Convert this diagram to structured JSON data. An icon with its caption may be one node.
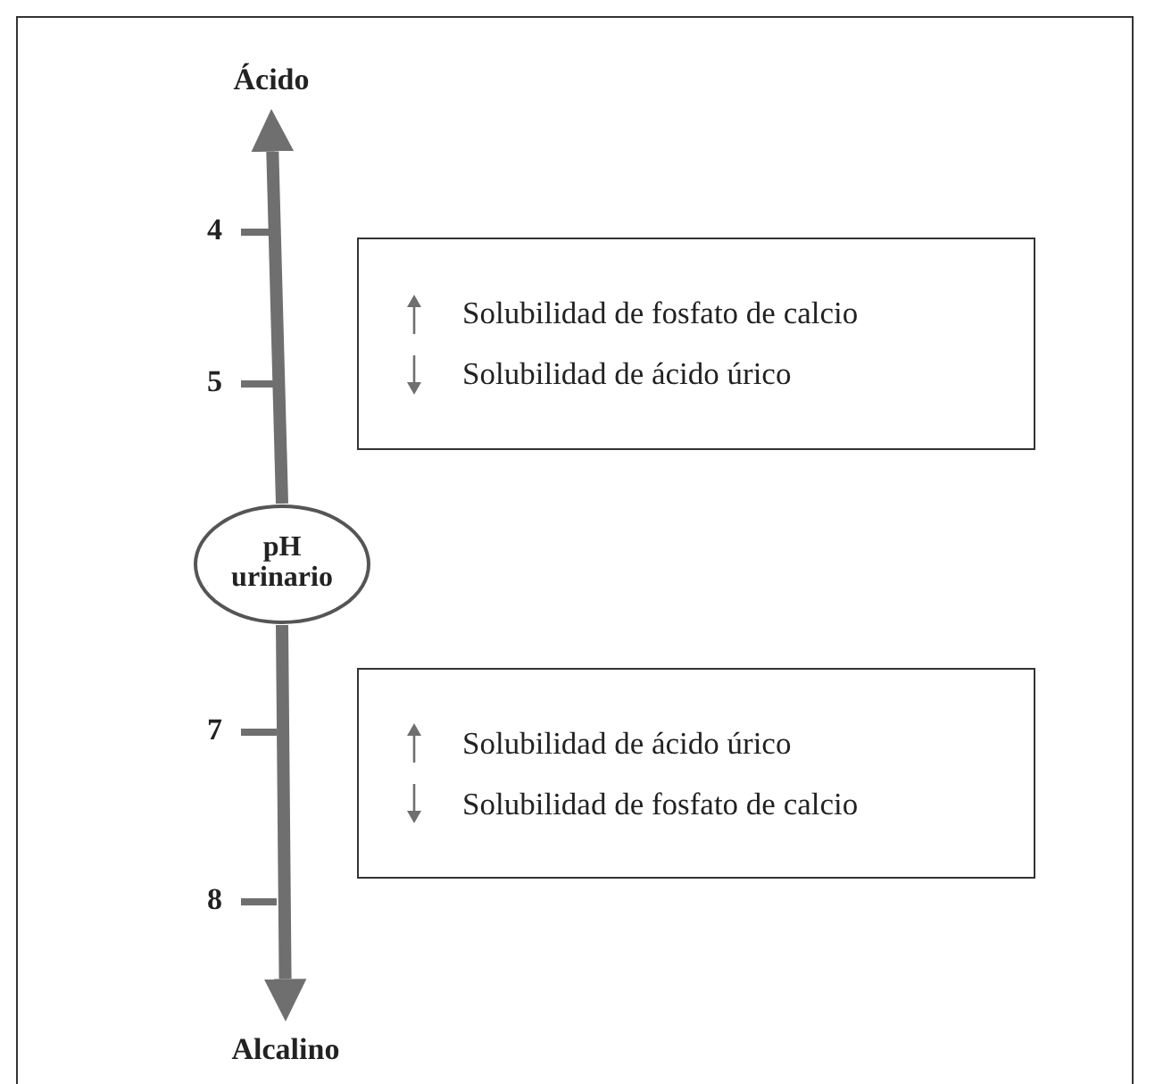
{
  "diagram": {
    "nodes": [
      {
        "text": [
          "Ácido"
        ]
      },
      {
        "text": [
          "pH urinario"
        ]
      },
      {
        "text": [
          "Alcalino"
        ]
      },
      {
        "text": [
          "Solubilidad de fosfato de calcio",
          "Solubilidad de ácido úrico"
        ]
      },
      {
        "text": [
          "Solubilidad de ácido úrico",
          "Solubilidad de fosfato de calcio"
        ]
      }
    ],
    "edges": [
      {
        "from": 1,
        "to": 0,
        "arrow": "to"
      },
      {
        "from": 1,
        "to": 2,
        "arrow": "to"
      }
    ],
    "labels": [
      "4",
      "5",
      "7",
      "8"
    ]
  }
}
